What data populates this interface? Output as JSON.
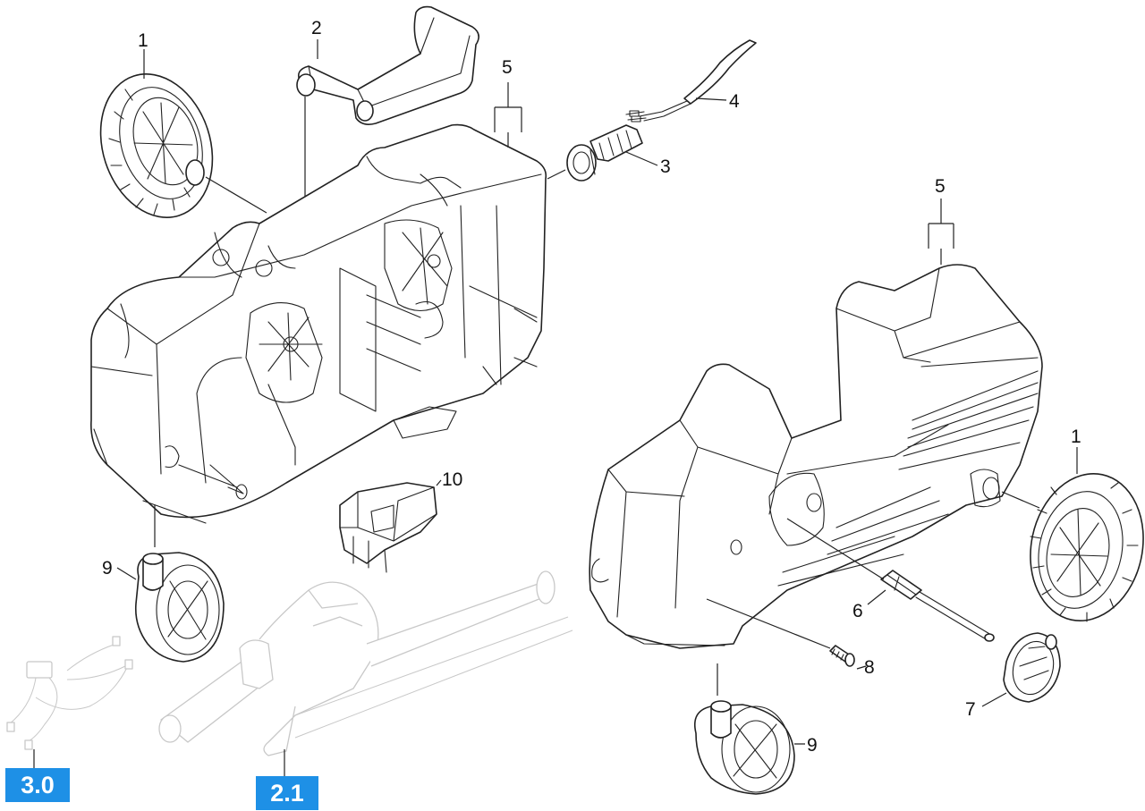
{
  "callouts": {
    "c1a": "1",
    "c2": "2",
    "c5a": "5",
    "c4": "4",
    "c3": "3",
    "c5b": "5",
    "c1b": "1",
    "c10": "10",
    "c9a": "9",
    "c6": "6",
    "c8": "8",
    "c7": "7",
    "c9b": "9"
  },
  "references": {
    "r30": "3.0",
    "r21": "2.1"
  },
  "colors": {
    "line": "#222222",
    "ghost": "#c8c8c8",
    "badge": "#1e90e6",
    "background": "#ffffff"
  }
}
